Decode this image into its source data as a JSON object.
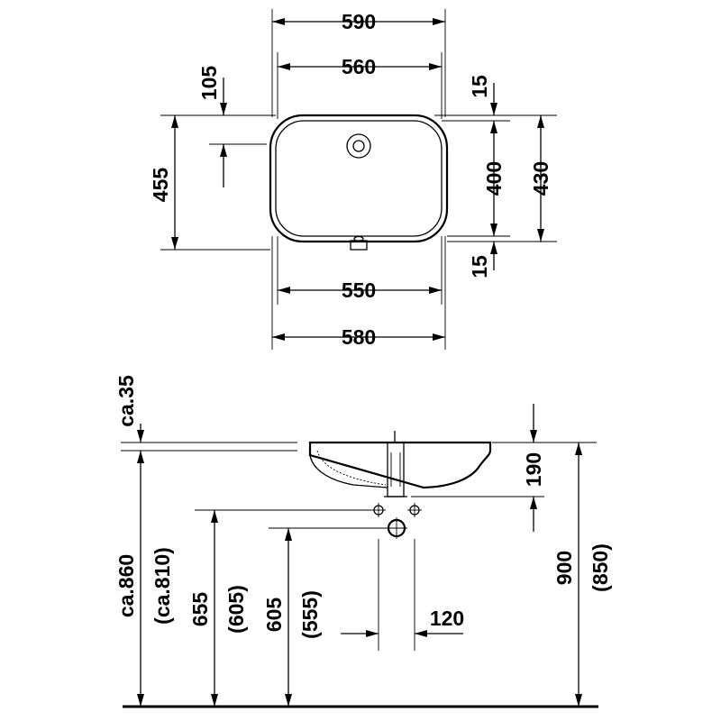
{
  "top_view": {
    "dims": {
      "overall_width": "590",
      "inner_width_top": "560",
      "inner_width_bottom": "550",
      "overall_width_bottom": "580",
      "offset_top": "105",
      "overall_depth": "455",
      "rim_top": "15",
      "inner_depth": "400",
      "outer_depth": "430",
      "rim_bottom": "15"
    }
  },
  "side_view": {
    "dims": {
      "top_offset": "ca.35",
      "height_rim_a": "ca.860",
      "height_rim_b": "(ca.810)",
      "waste_height_a": "655",
      "waste_height_b": "(605)",
      "supply_height_a": "605",
      "supply_height_b": "(555)",
      "basin_depth": "190",
      "supply_spacing": "120",
      "worktop_height_a": "900",
      "worktop_height_b": "(850)"
    }
  }
}
